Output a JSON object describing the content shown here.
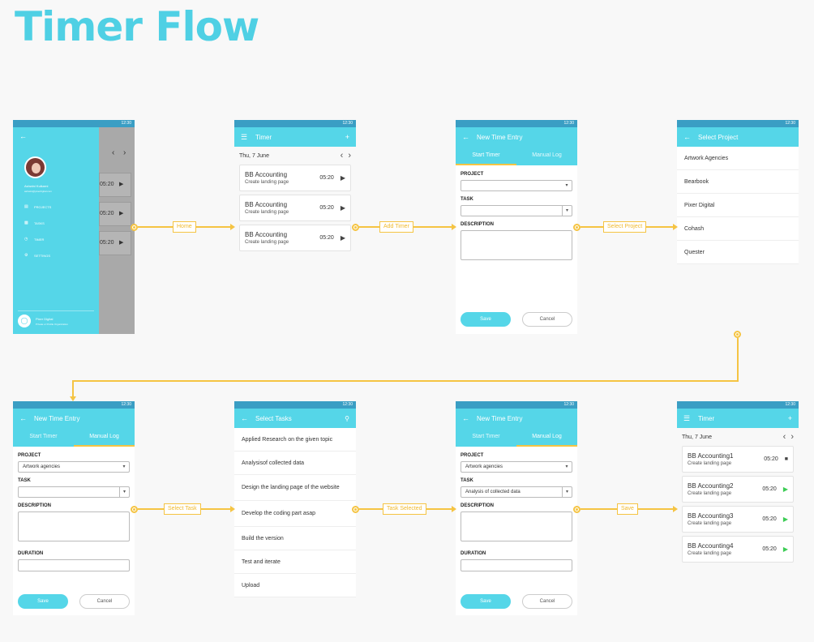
{
  "page": {
    "title": "Timer Flow"
  },
  "colors": {
    "accent": "#55d6e8",
    "statusbar": "#3a9ec4",
    "connector": "#f5c443",
    "play_active": "#3dcc55"
  },
  "status_time": "12:30",
  "connectors": {
    "c1": "Home",
    "c2": "Add Timer",
    "c3": "Select Project",
    "c4": "Select Task",
    "c5": "Task Selected",
    "c6": "Save"
  },
  "drawer_screen": {
    "user_name": "Ashwini Kulkarni",
    "user_email": "ashwini@pixerdigital.com",
    "items": [
      {
        "icon": "projects-icon",
        "label": "PROJECTS"
      },
      {
        "icon": "tasks-icon",
        "label": "TASKS"
      },
      {
        "icon": "timer-icon",
        "label": "TIMER"
      },
      {
        "icon": "settings-icon",
        "label": "SETTINGS"
      }
    ],
    "company": "Pixer Digital",
    "company_sub": "Private or Profile Organization",
    "times": [
      "05:20",
      "05:20",
      "05:20"
    ]
  },
  "timer_screen": {
    "title": "Timer",
    "date": "Thu, 7 June",
    "entries": [
      {
        "name": "BB Accounting",
        "sub": "Create landing page",
        "time": "05:20"
      },
      {
        "name": "BB Accounting",
        "sub": "Create landing page",
        "time": "05:20"
      },
      {
        "name": "BB Accounting",
        "sub": "Create landing page",
        "time": "05:20"
      }
    ]
  },
  "new_entry_empty": {
    "title": "New Time Entry",
    "tab_start": "Start Timer",
    "tab_manual": "Manual Log",
    "label_project": "PROJECT",
    "label_task": "TASK",
    "label_description": "DESCRIPTION",
    "save": "Save",
    "cancel": "Cancel"
  },
  "select_project": {
    "title": "Select Project",
    "items": [
      "Artwork Agencies",
      "Bearbook",
      "Pixer Digital",
      "Cohash",
      "Quester"
    ]
  },
  "manual_log_project": {
    "title": "New Time Entry",
    "tab_start": "Start Timer",
    "tab_manual": "Manual Log",
    "label_project": "PROJECT",
    "project_value": "Artwork agencies",
    "label_task": "TASK",
    "label_description": "DESCRIPTION",
    "label_duration": "DURATION",
    "save": "Save",
    "cancel": "Cancel"
  },
  "select_tasks": {
    "title": "Select Tasks",
    "items": [
      "Applied Research on the given topic",
      "Analysisof collected data",
      "Design the landing page of the website",
      "Develop the coding part asap",
      "Build the version",
      "Test and iterate",
      "Upload"
    ]
  },
  "manual_log_task": {
    "title": "New Time Entry",
    "tab_start": "Start Timer",
    "tab_manual": "Manual Log",
    "label_project": "PROJECT",
    "project_value": "Artwork agencies",
    "label_task": "TASK",
    "task_value": "Analysis of collected data",
    "label_description": "DESCRIPTION",
    "label_duration": "DURATION",
    "save": "Save",
    "cancel": "Cancel"
  },
  "timer_result": {
    "title": "Timer",
    "date": "Thu, 7 June",
    "entries": [
      {
        "name": "BB Accounting1",
        "sub": "Create landing page",
        "time": "05:20",
        "state": "stop"
      },
      {
        "name": "BB Accounting2",
        "sub": "Create landing page",
        "time": "05:20",
        "state": "play"
      },
      {
        "name": "BB Accounting3",
        "sub": "Create landing page",
        "time": "05:20",
        "state": "play"
      },
      {
        "name": "BB Accounting4",
        "sub": "Create landing page",
        "time": "05:20",
        "state": "play"
      }
    ]
  }
}
